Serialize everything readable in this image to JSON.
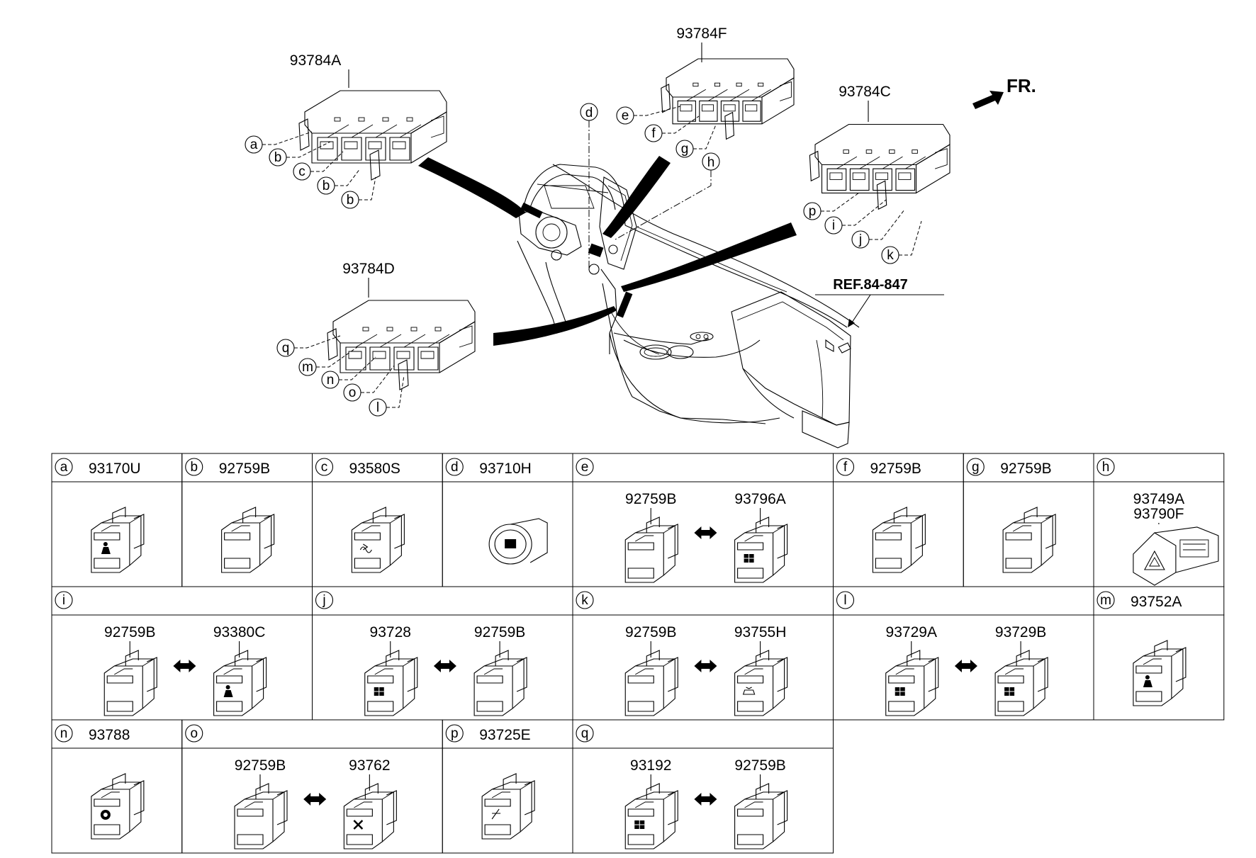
{
  "top_labels": {
    "assembly_a": "93784A",
    "assembly_f": "93784F",
    "assembly_c": "93784C",
    "assembly_d": "93784D",
    "reference": "REF.84-847",
    "front": "FR."
  },
  "callouts": {
    "assembly_a": [
      "a",
      "b",
      "c",
      "b",
      "b"
    ],
    "assembly_f": [
      "e",
      "f",
      "g"
    ],
    "assembly_c": [
      "p",
      "i",
      "j",
      "k"
    ],
    "assembly_d": [
      "q",
      "m",
      "n",
      "o",
      "l"
    ],
    "dash_d": "d",
    "dash_h": "h"
  },
  "table": {
    "rows": [
      [
        {
          "id": "a",
          "header_code": "93170U",
          "parts": [
            {
              "code": "",
              "symbol": "person"
            }
          ]
        },
        {
          "id": "b",
          "header_code": "92759B",
          "parts": [
            {
              "code": "",
              "symbol": "blank"
            }
          ]
        },
        {
          "id": "c",
          "header_code": "93580S",
          "parts": [
            {
              "code": "",
              "symbol": "wave"
            }
          ]
        },
        {
          "id": "d",
          "header_code": "93710H",
          "parts": [
            {
              "code": "",
              "symbol": "start-button"
            }
          ]
        },
        {
          "id": "e",
          "header_code": "",
          "parts": [
            {
              "code": "92759B",
              "symbol": "blank"
            },
            {
              "code": "93796A",
              "symbol": "grid"
            }
          ]
        },
        {
          "id": "f",
          "header_code": "92759B",
          "parts": [
            {
              "code": "",
              "symbol": "blank"
            }
          ]
        },
        {
          "id": "g",
          "header_code": "92759B",
          "parts": [
            {
              "code": "",
              "symbol": "blank"
            }
          ]
        },
        {
          "id": "h",
          "header_code": "",
          "parts": [
            {
              "code": "93749A",
              "code2": "93790F",
              "symbol": "hazard"
            }
          ]
        }
      ],
      [
        {
          "id": "i",
          "header_code": "",
          "parts": [
            {
              "code": "92759B",
              "symbol": "blank"
            },
            {
              "code": "93380C",
              "symbol": "person"
            }
          ]
        },
        {
          "id": "j",
          "header_code": "",
          "parts": [
            {
              "code": "93728",
              "symbol": "grid"
            },
            {
              "code": "92759B",
              "symbol": "blank"
            }
          ]
        },
        {
          "id": "k",
          "header_code": "",
          "parts": [
            {
              "code": "92759B",
              "symbol": "blank"
            },
            {
              "code": "93755H",
              "symbol": "car"
            }
          ]
        },
        {
          "id": "l",
          "header_code": "",
          "parts": [
            {
              "code": "93729A",
              "symbol": "grid"
            },
            {
              "code": "93729B",
              "symbol": "grid"
            }
          ]
        },
        {
          "id": "m",
          "header_code": "93752A",
          "parts": [
            {
              "code": "",
              "symbol": "person"
            }
          ]
        }
      ],
      [
        {
          "id": "n",
          "header_code": "93788",
          "parts": [
            {
              "code": "",
              "symbol": "circle"
            }
          ]
        },
        {
          "id": "o",
          "header_code": "",
          "parts": [
            {
              "code": "92759B",
              "symbol": "blank"
            },
            {
              "code": "93762",
              "symbol": "cross"
            }
          ]
        },
        {
          "id": "p",
          "header_code": "93725E",
          "parts": [
            {
              "code": "",
              "symbol": "slash"
            }
          ]
        },
        {
          "id": "q",
          "header_code": "",
          "parts": [
            {
              "code": "93192",
              "symbol": "grid"
            },
            {
              "code": "92759B",
              "symbol": "blank"
            }
          ]
        }
      ]
    ]
  }
}
